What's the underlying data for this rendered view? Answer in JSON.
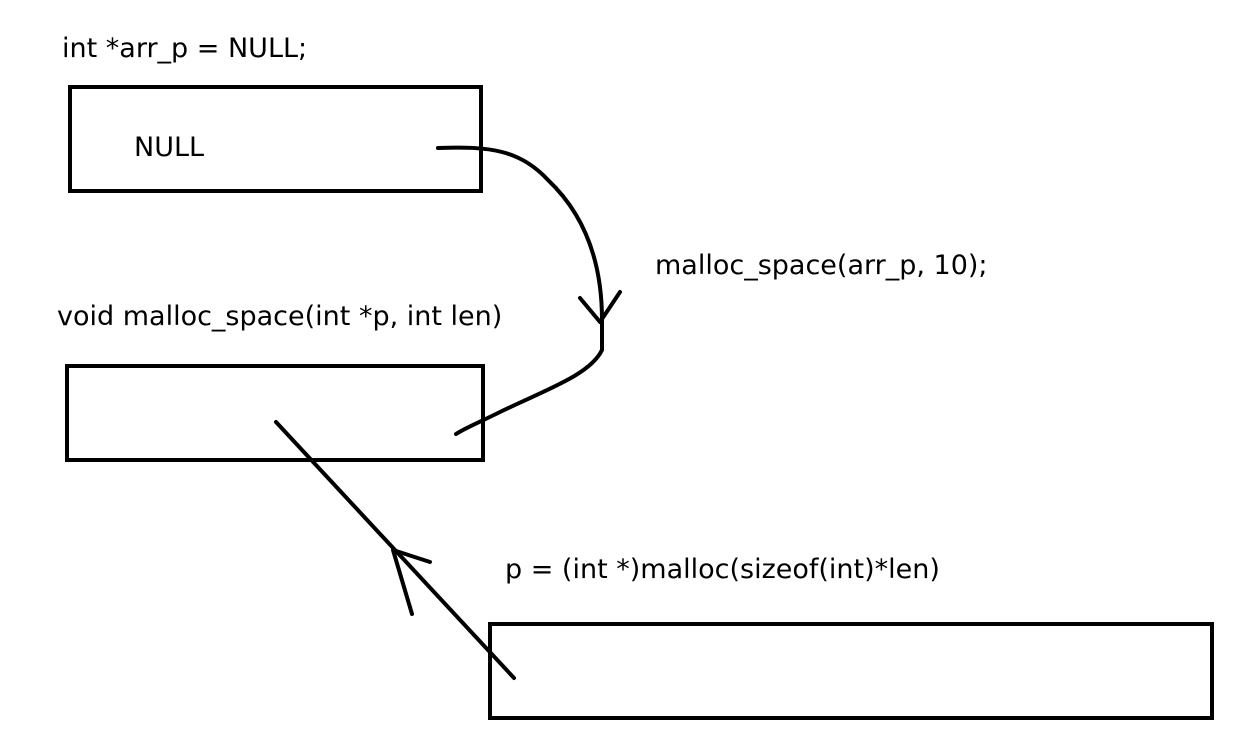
{
  "labels": {
    "declaration": "int *arr_p = NULL;",
    "function_signature": "void malloc_space(int *p, int len)",
    "call": "malloc_space(arr_p, 10);",
    "assignment": "p = (int *)malloc(sizeof(int)*len)"
  },
  "boxes": {
    "arr_p_value": "NULL",
    "p_value": "",
    "heap_value": ""
  },
  "colors": {
    "stroke": "#000000",
    "background": "#ffffff"
  }
}
